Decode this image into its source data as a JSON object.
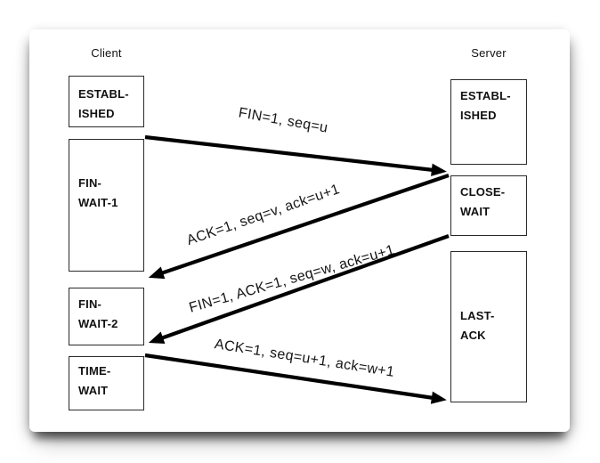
{
  "columns": {
    "client": {
      "header": "Client"
    },
    "server": {
      "header": "Server"
    }
  },
  "client_states": [
    {
      "line1": "ESTABL-",
      "line2": "ISHED"
    },
    {
      "line1": "FIN-",
      "line2": "WAIT-1"
    },
    {
      "line1": "FIN-",
      "line2": "WAIT-2"
    },
    {
      "line1": "TIME-",
      "line2": "WAIT"
    }
  ],
  "server_states": [
    {
      "line1": "ESTABL-",
      "line2": "ISHED"
    },
    {
      "line1": "CLOSE-",
      "line2": "WAIT"
    },
    {
      "line1": "LAST-",
      "line2": "ACK"
    }
  ],
  "messages": [
    {
      "label": "FIN=1, seq=u",
      "from": "client",
      "to": "server"
    },
    {
      "label": "ACK=1, seq=v, ack=u+1",
      "from": "server",
      "to": "client"
    },
    {
      "label": "FIN=1, ACK=1, seq=w, ack=u+1",
      "from": "server",
      "to": "client"
    },
    {
      "label": "ACK=1, seq=u+1, ack=w+1",
      "from": "client",
      "to": "server"
    }
  ],
  "colors": {
    "arrow": "#000000",
    "box_border": "#2a2a2a",
    "text": "#111111",
    "card_background": "#ffffff"
  }
}
